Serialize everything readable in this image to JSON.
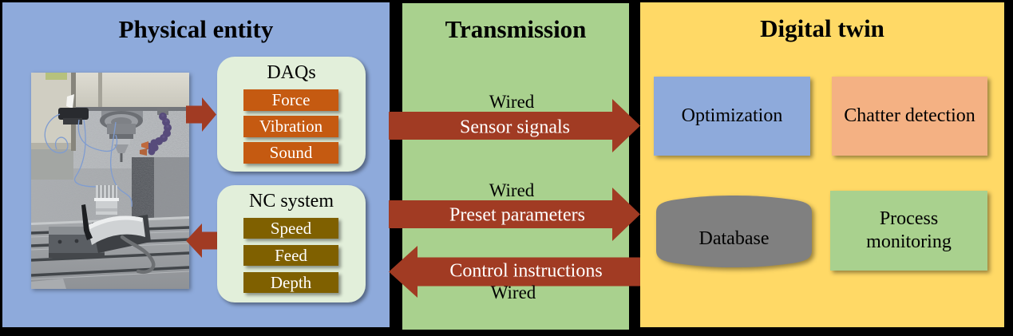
{
  "canvas": {
    "background": "#000000"
  },
  "panels": {
    "physical": {
      "title": "Physical entity",
      "bg": "#8EAADB"
    },
    "transmission": {
      "title": "Transmission",
      "bg": "#A9D18E"
    },
    "digital": {
      "title": "Digital twin",
      "bg": "#FFD966"
    }
  },
  "physical": {
    "photo": {
      "name": "cnc-machine-photo",
      "description": "Photo of a CNC vertical milling machine workspace with spindle, coolant hose, sensors and workpiece on the table"
    },
    "daq_group": {
      "title": "DAQs",
      "bg": "#E2EFDA",
      "chip_color": "#C55A11",
      "chips": [
        "Force",
        "Vibration",
        "Sound"
      ]
    },
    "nc_group": {
      "title": "NC system",
      "bg": "#E2EFDA",
      "chip_color": "#7F6000",
      "chips": [
        "Speed",
        "Feed",
        "Depth"
      ]
    },
    "arrow_color": "#A13B23"
  },
  "transmission": {
    "arrow_color": "#A13B23",
    "arrows": [
      {
        "direction": "right",
        "tag": "Wired",
        "tag_position": "above",
        "label": "Sensor signals"
      },
      {
        "direction": "right",
        "tag": "Wired",
        "tag_position": "above",
        "label": "Preset parameters"
      },
      {
        "direction": "left",
        "tag": "Wired",
        "tag_position": "below",
        "label": "Control instructions"
      }
    ]
  },
  "digital": {
    "nodes": [
      {
        "label": "Optimization",
        "shape": "rectangle",
        "bg": "#8EAADB"
      },
      {
        "label": "Chatter detection",
        "shape": "rectangle",
        "bg": "#F4B183"
      },
      {
        "label": "Database",
        "shape": "cylinder",
        "bg": "#808080"
      },
      {
        "label": "Process monitoring",
        "shape": "rectangle",
        "bg": "#A9D18E"
      }
    ]
  }
}
